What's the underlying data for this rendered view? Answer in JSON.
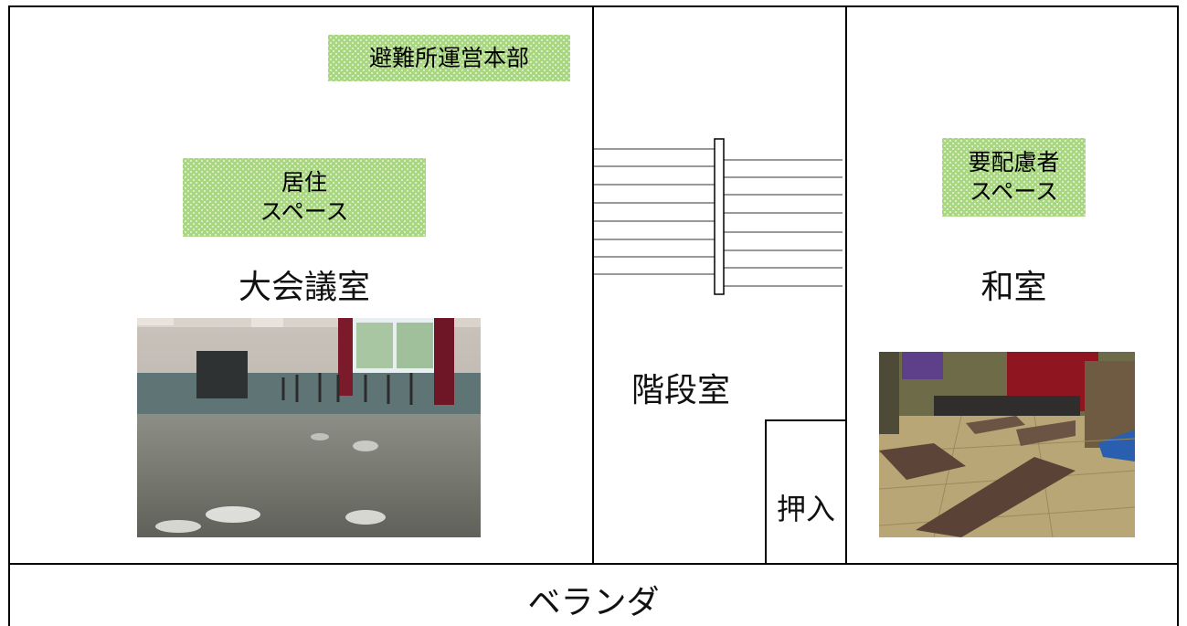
{
  "rooms": {
    "large_meeting_room": {
      "name": "大会議室",
      "zone_label_lines": [
        "居住",
        "スペース"
      ],
      "hq_label": "避難所運営本部"
    },
    "stairwell": {
      "name": "階段室"
    },
    "closet": {
      "name": "押入"
    },
    "japanese_room": {
      "name": "和室",
      "zone_label_lines": [
        "要配慮者",
        "スペース"
      ]
    },
    "veranda": {
      "name": "ベランダ"
    }
  },
  "colors": {
    "zone_fill": "#a9d780",
    "wall": "#000000"
  }
}
